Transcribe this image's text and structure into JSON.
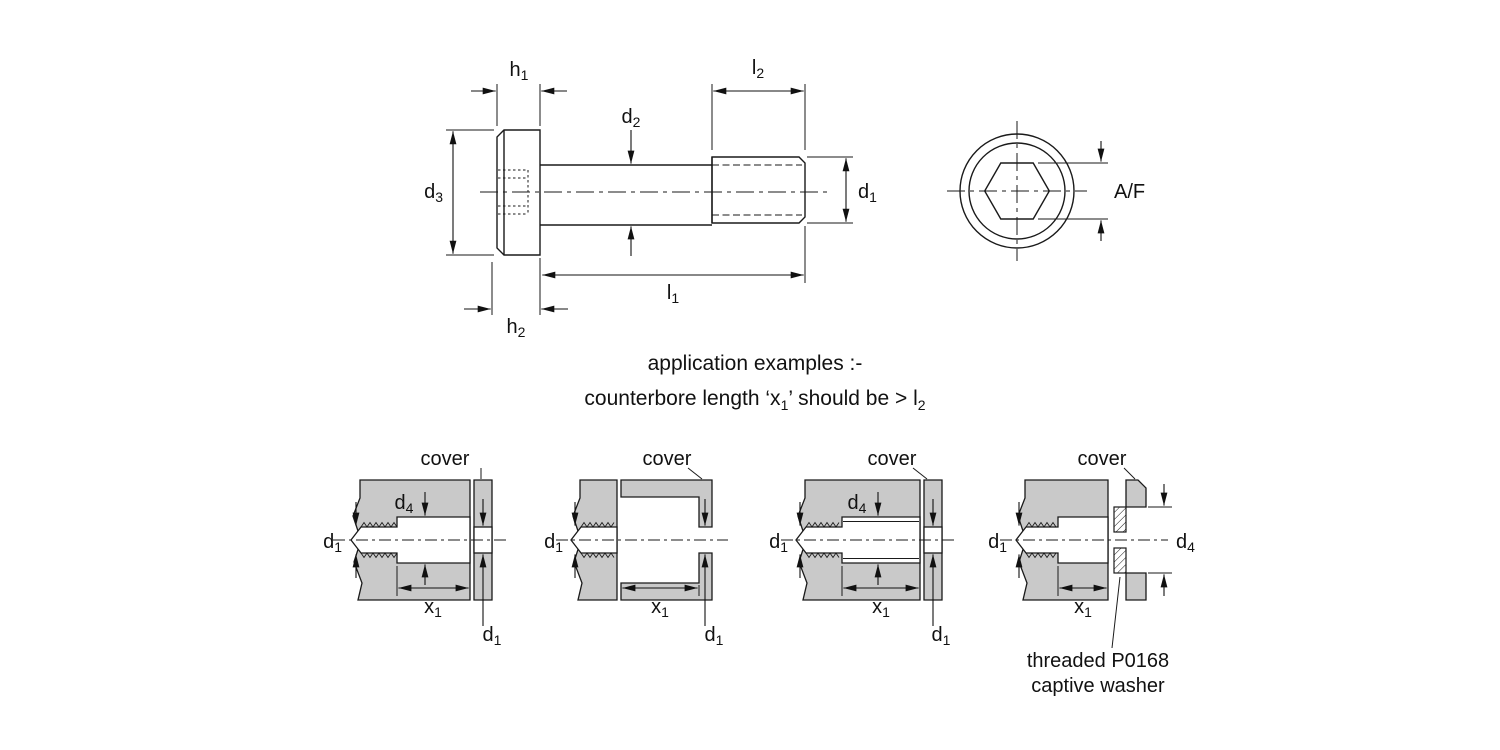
{
  "colors": {
    "line": "#1a1a1a",
    "section_fill": "#c9c9c9",
    "background": "#ffffff"
  },
  "dims": {
    "h1": {
      "base": "h",
      "sub": "1"
    },
    "h2": {
      "base": "h",
      "sub": "2"
    },
    "l1": {
      "base": "l",
      "sub": "1"
    },
    "l2": {
      "base": "l",
      "sub": "2"
    },
    "d1": {
      "base": "d",
      "sub": "1"
    },
    "d2": {
      "base": "d",
      "sub": "2"
    },
    "d3": {
      "base": "d",
      "sub": "3"
    },
    "d4": {
      "base": "d",
      "sub": "4"
    },
    "x1": {
      "base": "x",
      "sub": "1"
    },
    "af": "A/F"
  },
  "notes": {
    "line1": "application examples :-",
    "line2": {
      "p1": "counterbore length ‘x",
      "s1": "1",
      "p2": "’ should be  > l",
      "s2": "2"
    }
  },
  "examples": {
    "cover": "cover",
    "caption_line1": "threaded P0168",
    "caption_line2": "captive washer"
  }
}
